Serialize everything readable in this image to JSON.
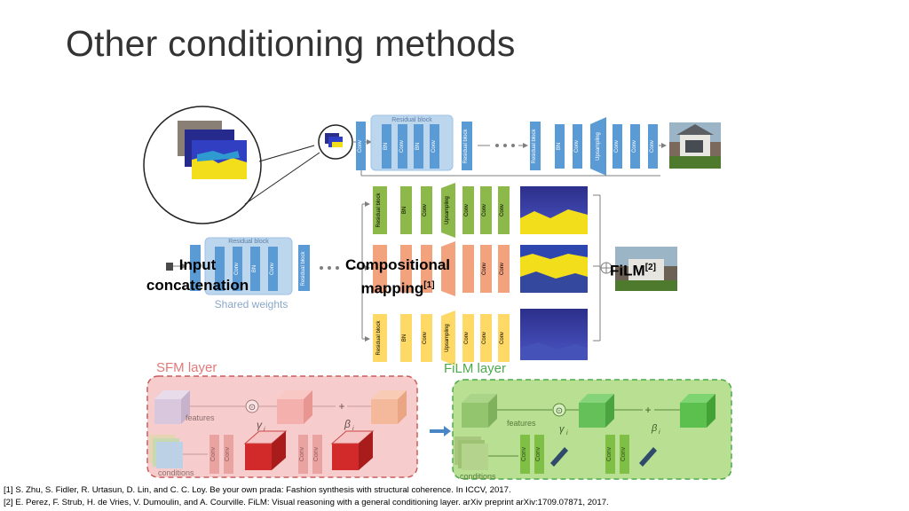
{
  "slide": {
    "title": "Other conditioning methods"
  },
  "diagram_top": {
    "residual_block_group_label": "Residual block",
    "layers_left": [
      "Conv",
      "BN",
      "Conv",
      "BN",
      "Conv",
      "Residual block"
    ],
    "layers_right": [
      "Residual block",
      "BN",
      "Conv",
      "Upsampling",
      "Conv",
      "Conv",
      "Conv"
    ]
  },
  "diagram_middle": {
    "shared_residual_block_label": "Residual block",
    "shared_layers": [
      "Conv",
      "BN",
      "Conv",
      "Residual block"
    ],
    "shared_weights_label": "Shared weights",
    "branch_layers": [
      "Residual block",
      "BN",
      "Conv",
      "Upsampling",
      "Conv",
      "Conv",
      "Conv"
    ]
  },
  "overlay_labels": {
    "input_concatenation": {
      "line1": "Input",
      "line2": "concatenation"
    },
    "compositional_mapping": {
      "line1": "Compositional",
      "line2": "mapping",
      "ref": "[1]"
    },
    "film": {
      "text": "FiLM",
      "ref": "[2]"
    }
  },
  "diagram_bottom": {
    "sfm_layer_title": "SFM layer",
    "film_layer_title": "FiLM layer",
    "features_label": "features",
    "conditions_label": "conditions",
    "gamma_symbol": "γ",
    "beta_symbol": "β",
    "subscript_i": "i",
    "odot_symbol": "⊙",
    "plus_symbol": "+",
    "conv_label": "Conv"
  },
  "references": [
    "[1] S. Zhu, S. Fidler, R. Urtasun, D. Lin, and C. C. Loy. Be your own prada: Fashion synthesis with structural coherence. In ICCV, 2017.",
    "[2] E. Perez, F. Strub, H. de Vries, V. Dumoulin, and A. Courville. FiLM: Visual reasoning with a general conditioning layer. arXiv preprint arXiv:1709.07871, 2017."
  ],
  "colors": {
    "blue_block": "#5b9bd5",
    "green_block": "#8db84a",
    "orange_block": "#f2a27d",
    "yellow_block": "#ffd966",
    "sfm_fill": "#f6cccc",
    "film_fill": "#b9df92",
    "film_border": "#4caa4c"
  }
}
